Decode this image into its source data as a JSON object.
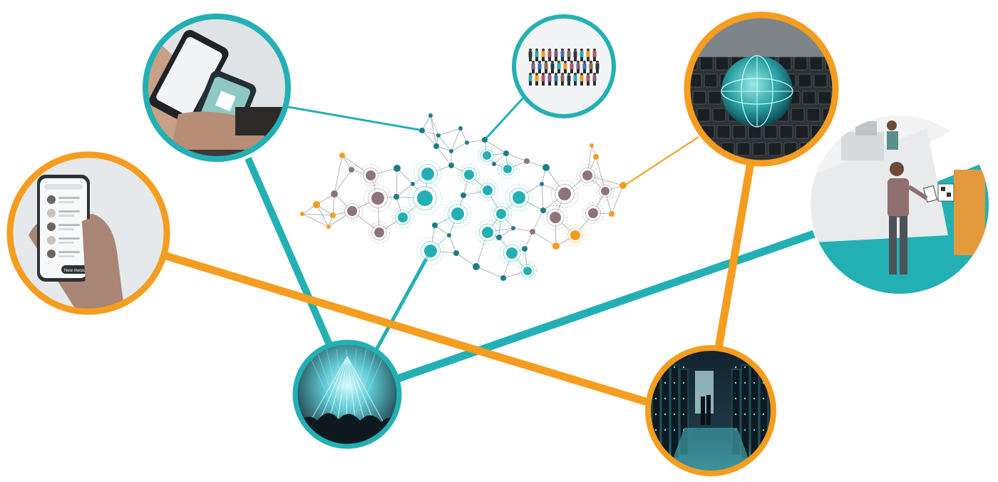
{
  "colors": {
    "teal": "#23b0b4",
    "orange": "#f49d1f",
    "mauve": "#8c7478",
    "dark_teal": "#1e7c86",
    "bubble_bg": "#e8ecef",
    "dark_bg": "#1b2a34"
  },
  "bubbles": [
    {
      "id": "phone-payment",
      "icon": "phone-payment-photo",
      "ring": "teal"
    },
    {
      "id": "crowd",
      "icon": "crowd-illustration",
      "ring": "teal"
    },
    {
      "id": "globe-keyboard",
      "icon": "globe-keyboard-photo",
      "ring": "orange"
    },
    {
      "id": "qr-scan",
      "icon": "qr-scan-illustration",
      "ring": "teal"
    },
    {
      "id": "messaging-app",
      "icon": "messaging-app-illustration",
      "ring": "orange"
    },
    {
      "id": "concert",
      "icon": "concert-photo",
      "ring": "teal"
    },
    {
      "id": "server-room",
      "icon": "server-room-photo",
      "ring": "orange"
    }
  ],
  "messaging": {
    "button_label": "New message"
  }
}
